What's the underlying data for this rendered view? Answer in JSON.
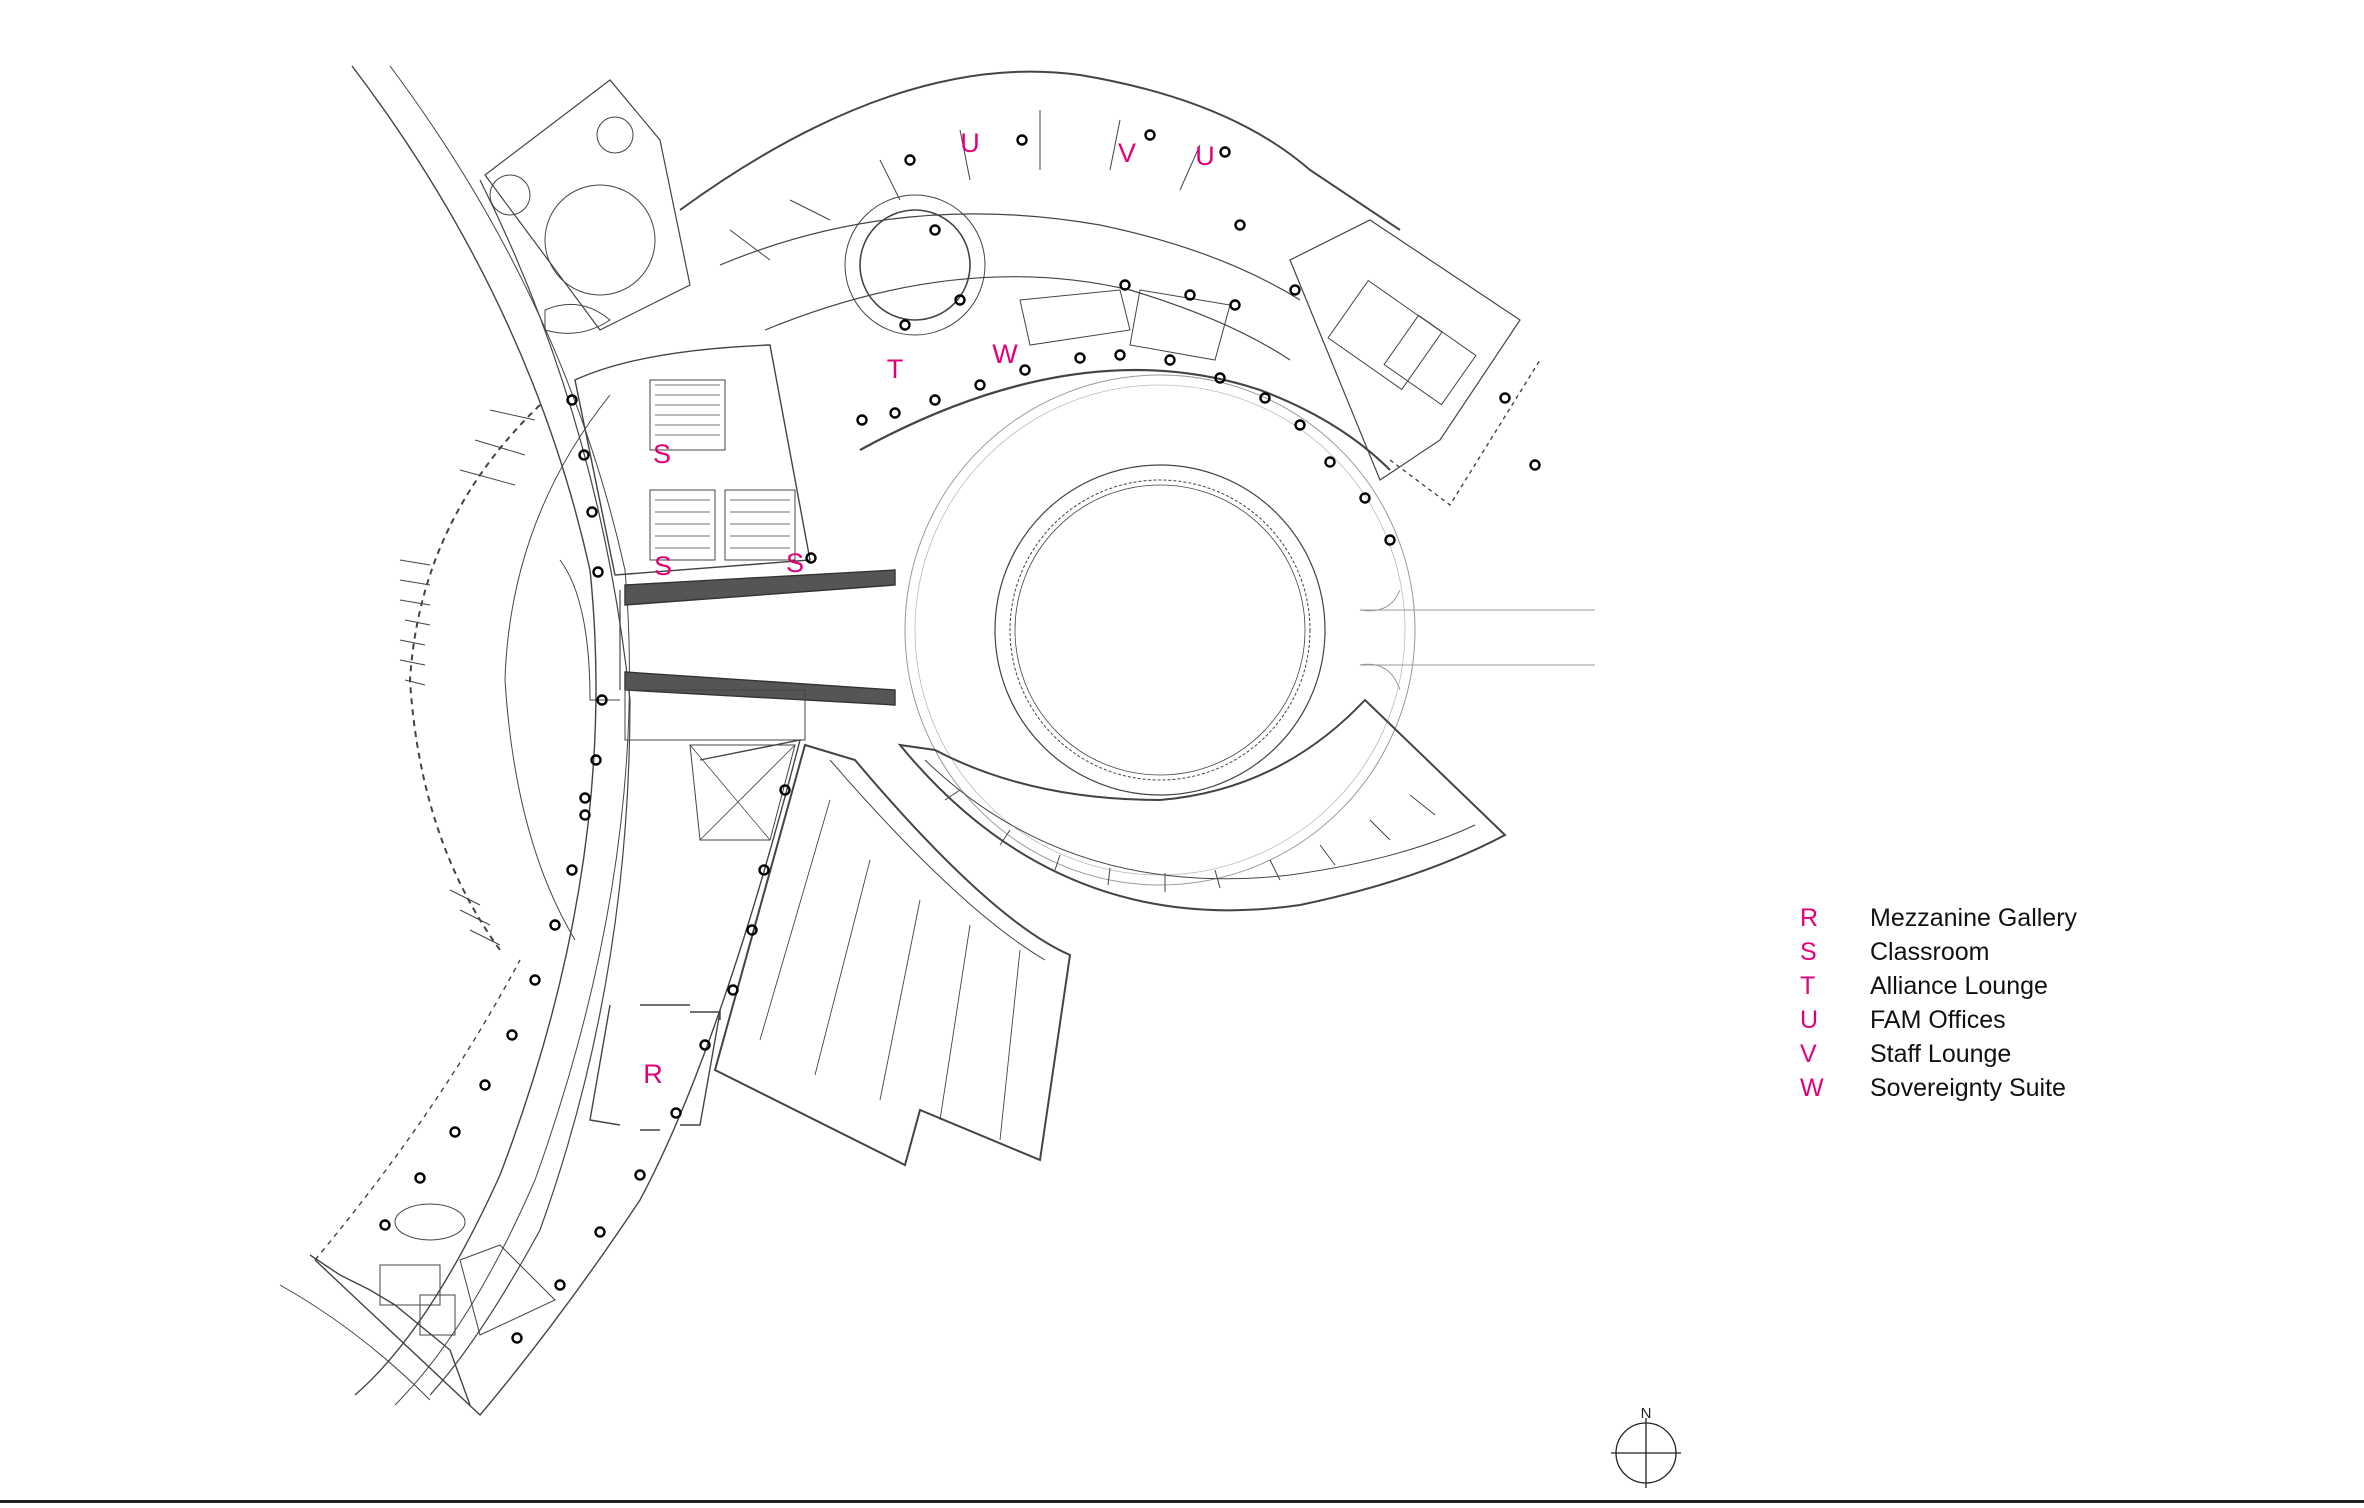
{
  "plan_labels": {
    "u1": "U",
    "v1": "V",
    "u2": "U",
    "t1": "T",
    "w1": "W",
    "s1": "S",
    "s2": "S",
    "s3": "S",
    "r1": "R"
  },
  "compass": {
    "north": "N"
  },
  "legend": [
    {
      "key": "R",
      "label": "Mezzanine Gallery"
    },
    {
      "key": "S",
      "label": "Classroom"
    },
    {
      "key": "T",
      "label": "Alliance Lounge"
    },
    {
      "key": "U",
      "label": "FAM Offices"
    },
    {
      "key": "V",
      "label": "Staff Lounge"
    },
    {
      "key": "W",
      "label": "Sovereignty Suite"
    }
  ],
  "colors": {
    "accent": "#e2007a",
    "linework": "#333333",
    "background": "#ffffff"
  }
}
